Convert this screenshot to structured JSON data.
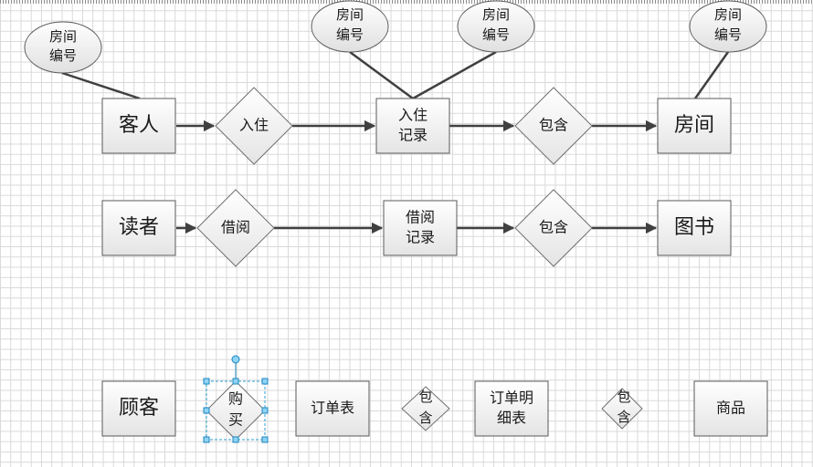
{
  "colors": {
    "selection": "#2b9fd6",
    "connector": "#404040",
    "box_fill_top": "#ffffff",
    "box_fill_bottom": "#e6e6e6"
  },
  "row1": {
    "entity_guest": "客人",
    "relation_checkin": "入住",
    "entity_record": [
      "入住",
      "记录"
    ],
    "relation_contain": "包含",
    "entity_room": "房间",
    "attr_guest_room_no": [
      "房间",
      "编号"
    ],
    "attr_record_room_no_1": [
      "房间",
      "编号"
    ],
    "attr_record_room_no_2": [
      "房间",
      "编号"
    ],
    "attr_room_no": [
      "房间",
      "编号"
    ]
  },
  "row2": {
    "entity_reader": "读者",
    "relation_borrow": "借阅",
    "entity_borrow_record": [
      "借阅",
      "记录"
    ],
    "relation_contain": "包含",
    "entity_book": "图书"
  },
  "row3": {
    "entity_customer": "顾客",
    "relation_buy": [
      "购",
      "买"
    ],
    "entity_order": "订单表",
    "relation_contain_1": [
      "包",
      "含"
    ],
    "entity_order_detail": [
      "订单明",
      "细表"
    ],
    "relation_contain_2": [
      "包",
      "含"
    ],
    "entity_goods": "商品"
  }
}
